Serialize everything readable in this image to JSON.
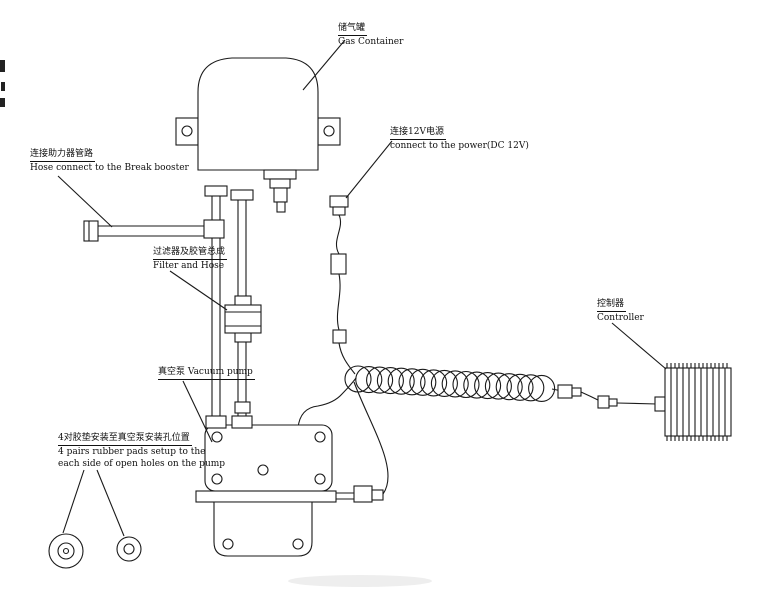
{
  "colors": {
    "line": "#1a1a1a",
    "background": "#ffffff"
  },
  "labels": {
    "gas_container": {
      "zh": "储气罐",
      "en": "Gas Container"
    },
    "booster_hose": {
      "zh": "连接助力器管路",
      "en": "Hose connect to the Break booster"
    },
    "filter_hose": {
      "zh": "过滤器及胶管总成",
      "en": "Filter and Hose"
    },
    "power": {
      "zh": "连接12V电源",
      "en": "connect to the power(DC 12V)"
    },
    "controller": {
      "zh": "控制器",
      "en": "Controller"
    },
    "vacuum_pump": {
      "zh": "真空泵",
      "en": "Vacuum pump"
    },
    "rubber_pads": {
      "zh": "4对胶垫安装至真空泵安装孔位置",
      "en_line1": "4 pairs rubber pads setup to the",
      "en_line2": "each side of open holes on the pump"
    }
  }
}
